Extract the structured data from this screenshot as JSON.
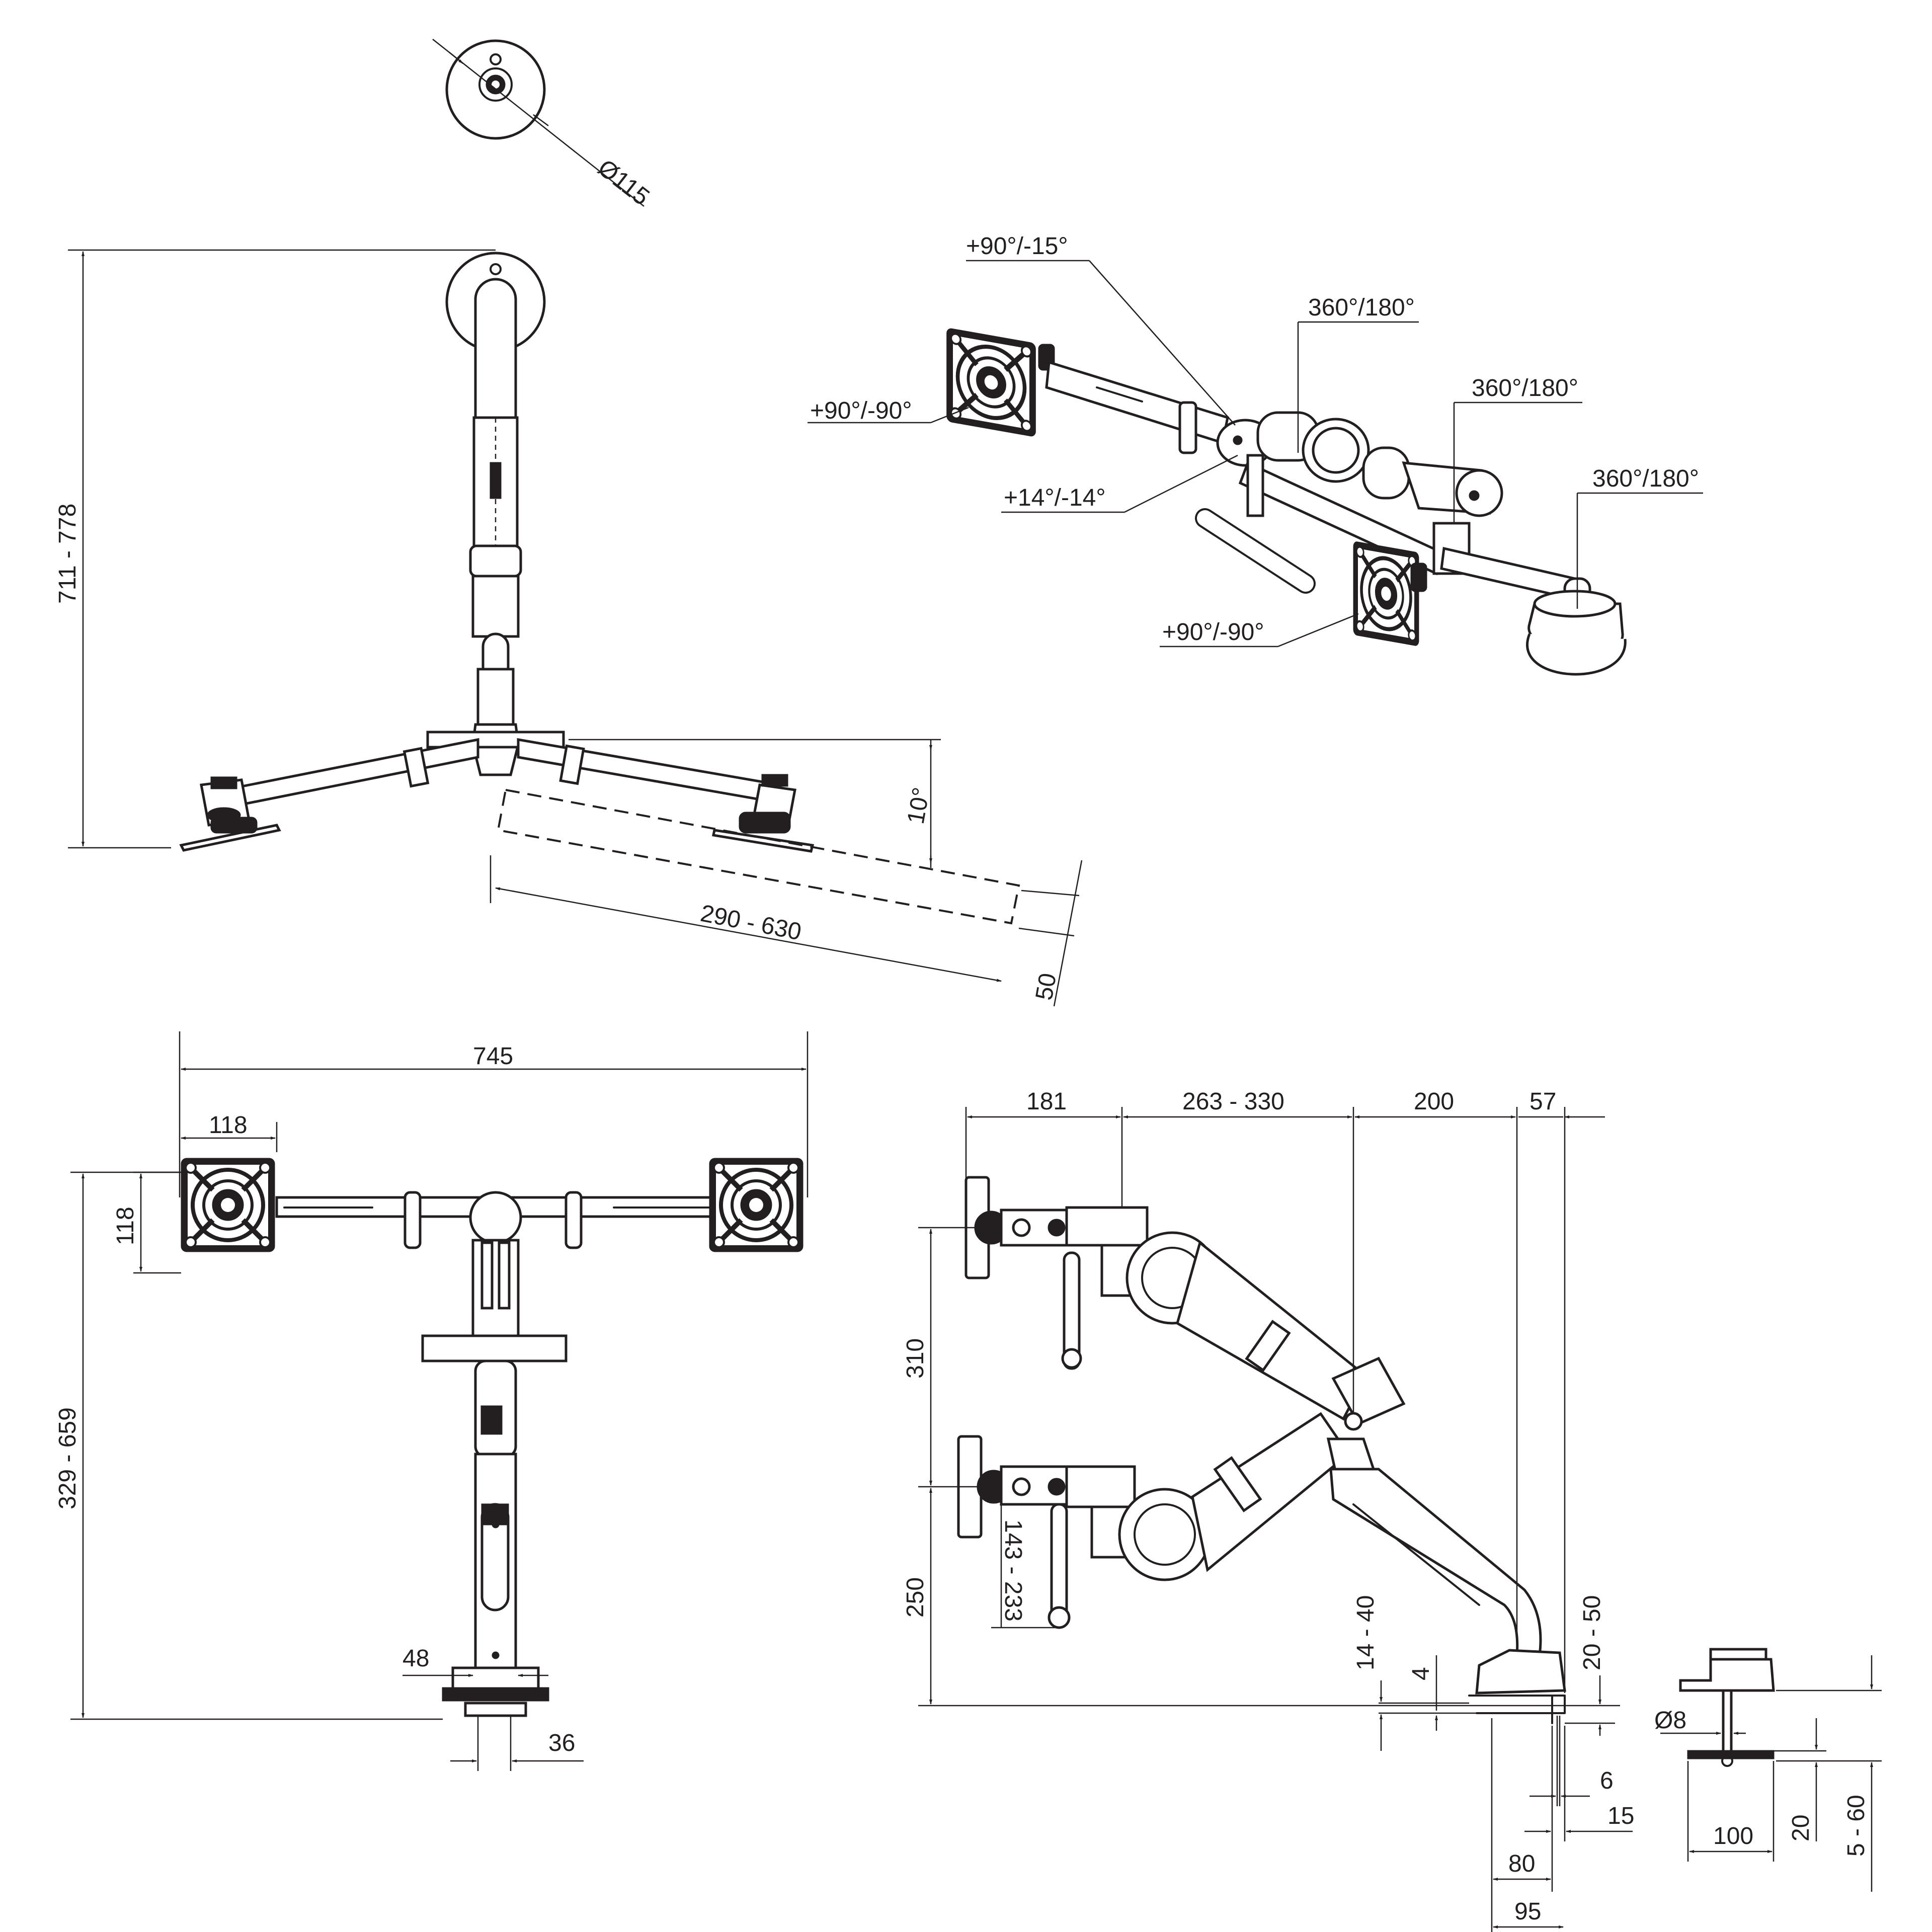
{
  "labels": {
    "diameter_115": "Ø115",
    "height_711_778": "711 - 778",
    "angle_10": "10°",
    "reach_290_630": "290 - 630",
    "offset_50": "50",
    "tilt_90_15": "+90°/-15°",
    "rot_360_180_a": "360°/180°",
    "rot_360_180_b": "360°/180°",
    "rot_360_180_c": "360°/180°",
    "swivel_90_90_a": "+90°/-90°",
    "swivel_90_90_b": "+90°/-90°",
    "tilt_14_14": "+14°/-14°",
    "width_745": "745",
    "vesa_118_w": "118",
    "vesa_118_h": "118",
    "height_329_659": "329 - 659",
    "pole_48": "48",
    "base_36": "36",
    "side_181": "181",
    "side_263_330": "263 - 330",
    "side_200": "200",
    "side_57": "57",
    "side_310": "310",
    "side_250": "250",
    "side_143_233": "143 - 233",
    "clamp_14_40": "14 - 40",
    "clamp_4": "4",
    "clamp_20_50": "20 - 50",
    "clamp_6": "6",
    "clamp_15": "15",
    "clamp_80": "80",
    "clamp_95": "95",
    "bolt_d8": "Ø8",
    "bolt_100": "100",
    "bolt_20": "20",
    "bolt_5_60": "5 - 60"
  },
  "colors": {
    "line": "#231f20",
    "background": "#ffffff"
  }
}
